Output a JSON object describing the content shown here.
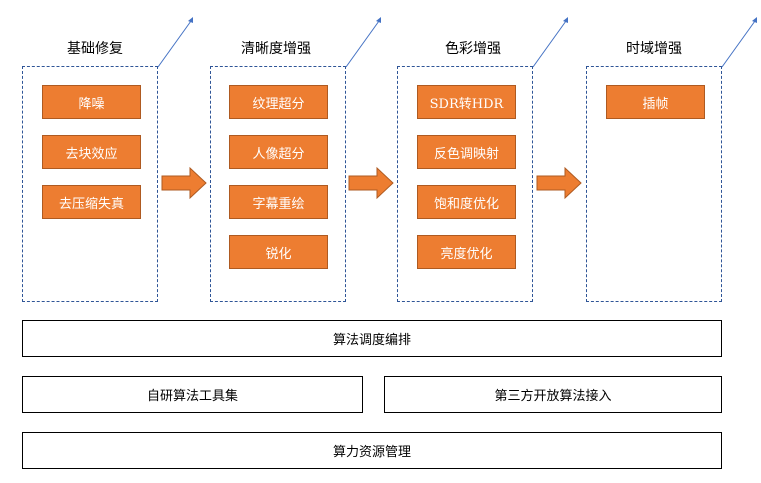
{
  "colors": {
    "group_border": "#2f5597",
    "item_fill": "#ed7d31",
    "item_border": "#ae5a21",
    "arrow_fill": "#ed7d31",
    "pointer_line": "#4472c4"
  },
  "stages": [
    {
      "title": "基础修复",
      "items": [
        "降噪",
        "去块效应",
        "去压缩失真"
      ]
    },
    {
      "title": "清晰度增强",
      "items": [
        "纹理超分",
        "人像超分",
        "字幕重绘",
        "锐化"
      ]
    },
    {
      "title": "色彩增强",
      "items": [
        "SDR转HDR",
        "反色调映射",
        "饱和度优化",
        "亮度优化"
      ]
    },
    {
      "title": "时域增强",
      "items": [
        "插帧"
      ]
    }
  ],
  "layers": {
    "scheduling": "算法调度编排",
    "toolset": "自研算法工具集",
    "third_party": "第三方开放算法接入",
    "compute": "算力资源管理"
  }
}
